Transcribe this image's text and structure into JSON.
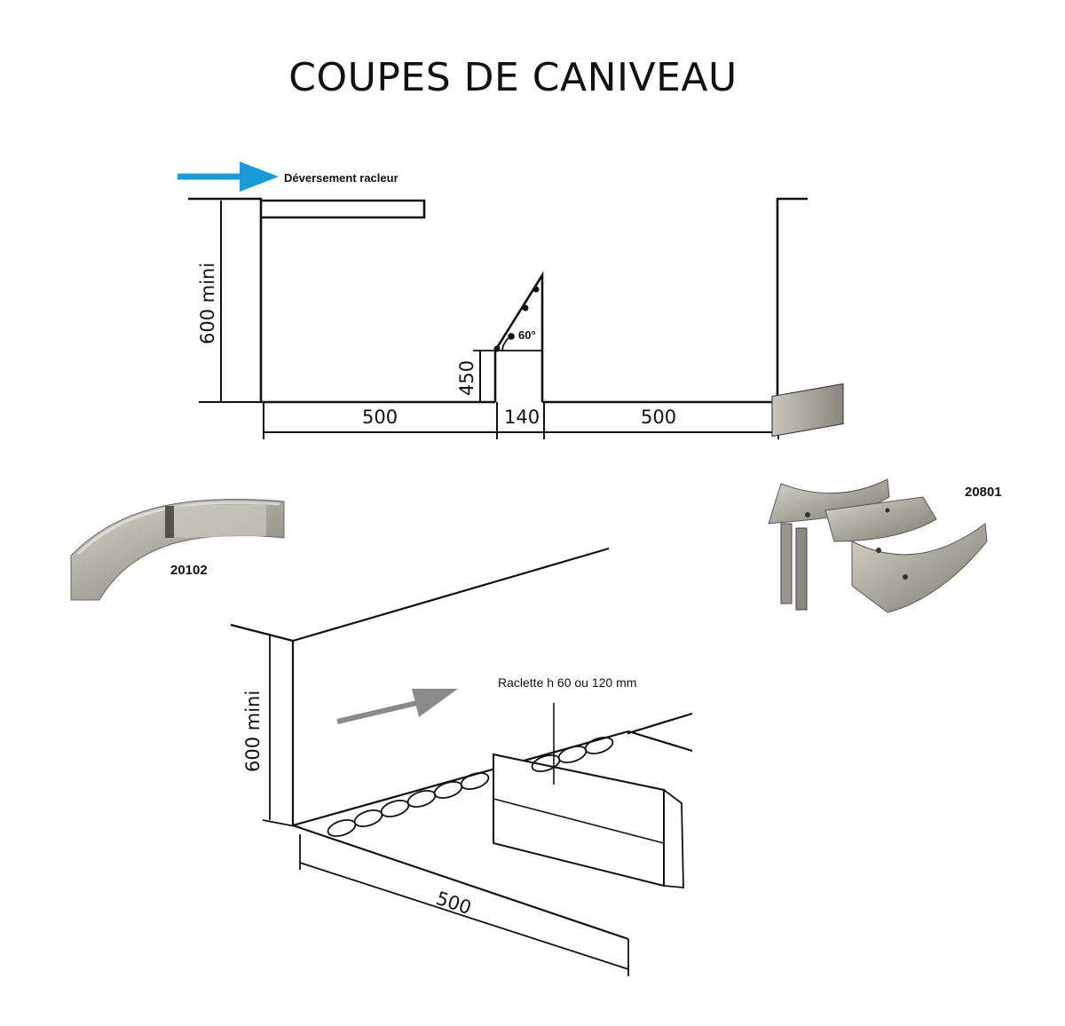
{
  "title": "COUPES DE CANIVEAU",
  "section": {
    "scraper_dump_label": "Déversement racleur",
    "dim_height": "600 mini",
    "dim_step": "450",
    "angle": "60°",
    "dim_left": "500",
    "dim_mid": "140",
    "dim_right": "500",
    "arrow_color": "#1a9bd7"
  },
  "parts": {
    "left_code": "20102",
    "right_code": "20801"
  },
  "perspective": {
    "dim_height": "600 mini",
    "blade_label": "Raclette h 60 ou 120 mm",
    "dim_width": "500",
    "arrow_color": "#8a8a8a"
  }
}
